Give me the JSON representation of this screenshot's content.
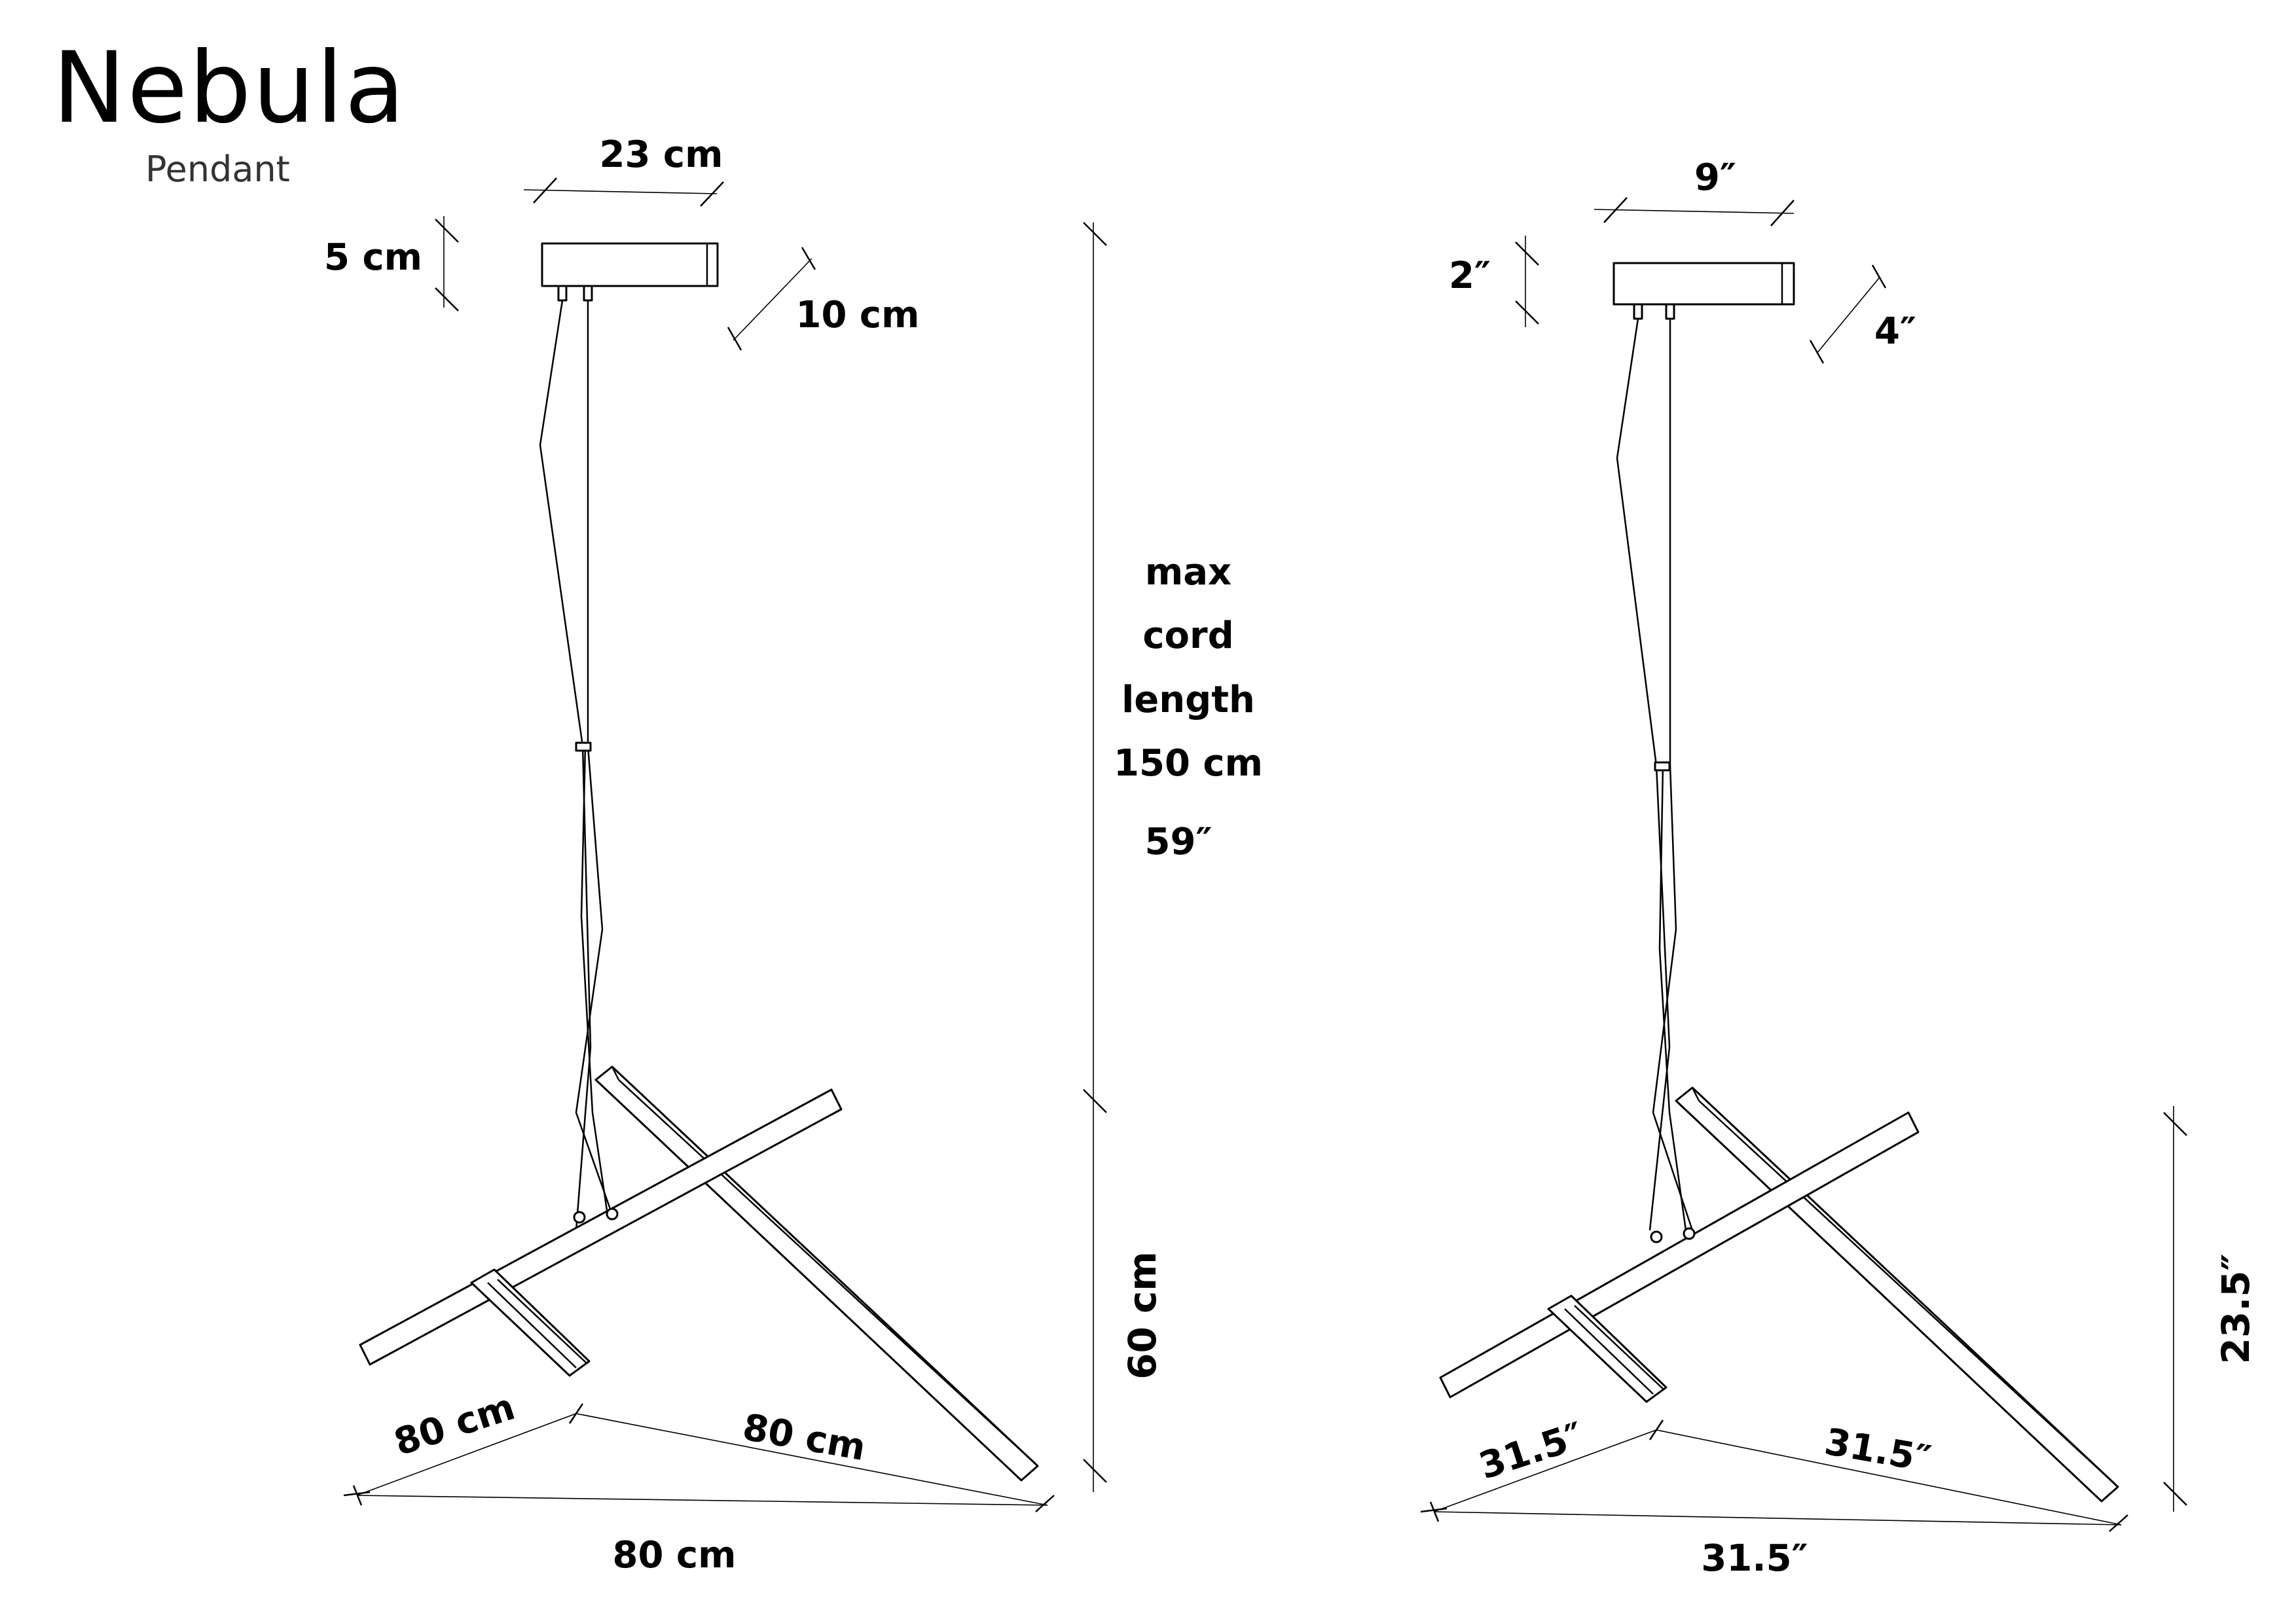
{
  "header": {
    "title": "Nebula",
    "subtitle": "Pendant"
  },
  "metric": {
    "canopy_width": "23 cm",
    "canopy_height": "5 cm",
    "canopy_depth": "10 cm",
    "cord_line1": "max",
    "cord_line2": "cord",
    "cord_line3": "length",
    "cord_line4": "150 cm",
    "cord_line5": "59″",
    "fixture_height": "60 cm",
    "arm_a": "80 cm",
    "arm_b": "80 cm",
    "arm_c": "80 cm"
  },
  "imperial": {
    "canopy_width": "9″",
    "canopy_height": "2″",
    "canopy_depth": "4″",
    "fixture_height": "23.5″",
    "arm_a": "31.5″",
    "arm_b": "31.5″",
    "arm_c": "31.5″"
  }
}
